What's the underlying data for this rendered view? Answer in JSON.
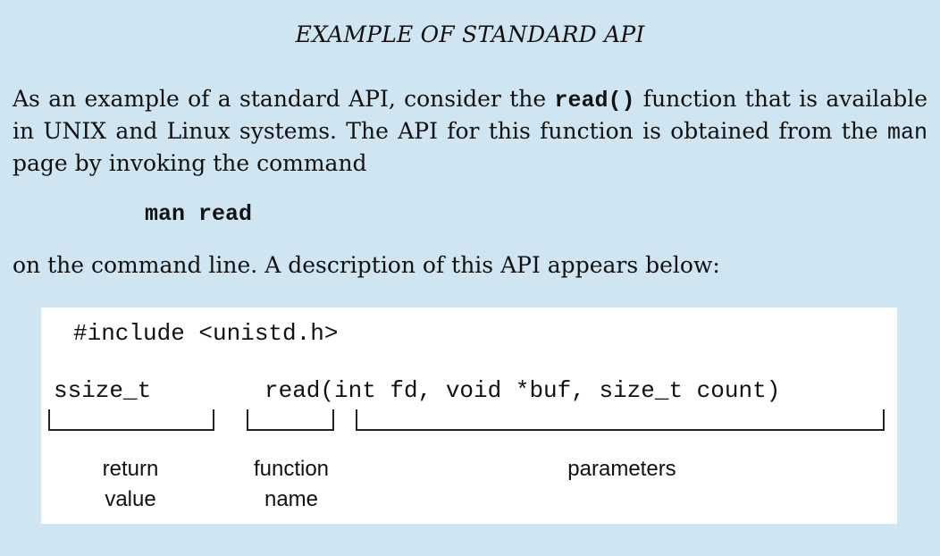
{
  "title": "EXAMPLE OF STANDARD API",
  "paragraph": {
    "t1": "As an example of a standard API, consider the ",
    "code1": "read()",
    "t2": " function that is available in UNIX and Linux systems. The API for this function is obtained from the ",
    "code2": "man",
    "t3": " page by invoking the command"
  },
  "command": "man read",
  "after_text": "on the command line. A description of this API appears below:",
  "api_box": {
    "include_line": "#include <unistd.h>",
    "return_type": "ssize_t",
    "signature": "read(int fd, void *buf, size_t count)",
    "labels": {
      "return_line1": "return",
      "return_line2": "value",
      "function_line1": "function",
      "function_line2": "name",
      "parameters": "parameters"
    }
  }
}
